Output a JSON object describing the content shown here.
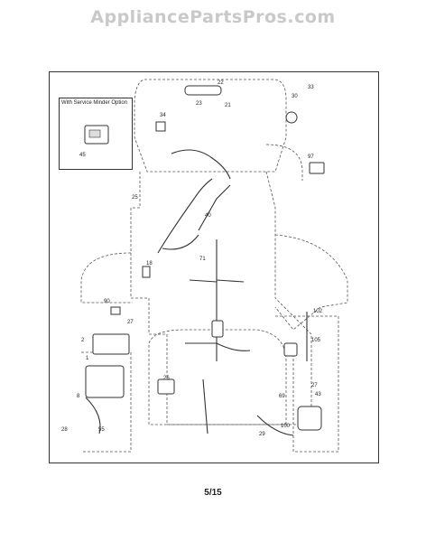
{
  "watermark": "AppliancePartsPros.com",
  "inset": {
    "title": "With Service Minder Option",
    "callout": "45"
  },
  "page_number": "5/15",
  "callouts": [
    {
      "id": "c22",
      "text": "22"
    },
    {
      "id": "c23",
      "text": "23"
    },
    {
      "id": "c21",
      "text": "21"
    },
    {
      "id": "c30",
      "text": "30"
    },
    {
      "id": "c33",
      "text": "33"
    },
    {
      "id": "c34",
      "text": "34"
    },
    {
      "id": "c97",
      "text": "97"
    },
    {
      "id": "c25",
      "text": "25"
    },
    {
      "id": "c40",
      "text": "40"
    },
    {
      "id": "c71",
      "text": "71"
    },
    {
      "id": "c18",
      "text": "18"
    },
    {
      "id": "c90",
      "text": "90"
    },
    {
      "id": "c27a",
      "text": "27"
    },
    {
      "id": "c2",
      "text": "2"
    },
    {
      "id": "c1",
      "text": "1"
    },
    {
      "id": "c102",
      "text": "102"
    },
    {
      "id": "c105",
      "text": "105"
    },
    {
      "id": "c26",
      "text": "26"
    },
    {
      "id": "c8",
      "text": "8"
    },
    {
      "id": "c69",
      "text": "69"
    },
    {
      "id": "c27b",
      "text": "27"
    },
    {
      "id": "c43",
      "text": "43"
    },
    {
      "id": "c28",
      "text": "28"
    },
    {
      "id": "c55",
      "text": "55"
    },
    {
      "id": "c100",
      "text": "100"
    },
    {
      "id": "c29",
      "text": "29"
    }
  ]
}
